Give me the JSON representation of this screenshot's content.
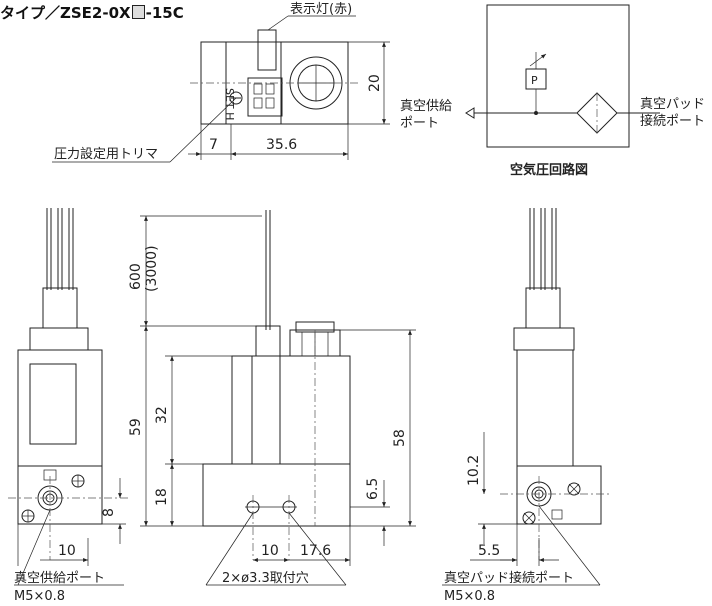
{
  "title": {
    "prefix": "タイプ／ZSE2-0X",
    "suffix": "-15C"
  },
  "labels": {
    "indicator": "表示灯(赤)",
    "trimmer": "圧力設定用トリマ",
    "vac_supply_1": "真空供給",
    "vac_supply_2": "ポート",
    "vac_pad_1": "真空パッド",
    "vac_pad_2": "接続ポート",
    "circuit": "空気圧回路図",
    "port_supply": "真空供給ポート",
    "port_supply_size": "M5×0.8",
    "mount_holes": "2×ø3.3取付穴",
    "port_pad": "真空パッド接続ポート",
    "port_pad_size": "M5×0.8",
    "sensor_p": "P",
    "setting_mark": "SET H"
  },
  "dims": {
    "d7": "7",
    "d35_6": "35.6",
    "d20": "20",
    "d600": "600",
    "d3000": "(3000)",
    "d59": "59",
    "d32": "32",
    "d18": "18",
    "d58": "58",
    "d6_5": "6.5",
    "d10_left": "10",
    "d8": "8",
    "d10_mid": "10",
    "d17_6": "17.6",
    "d10_2": "10.2",
    "d5_5": "5.5"
  }
}
